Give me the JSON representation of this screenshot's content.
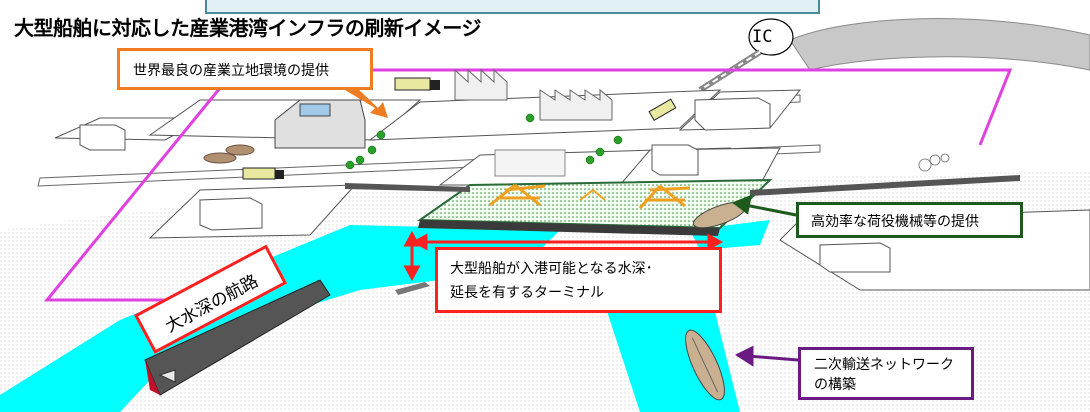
{
  "title": "大型船舶に対応した産業港湾インフラの刷新イメージ",
  "interchange_label": "IC",
  "callouts": {
    "location_env": "世界最良の産業立地環境の提供",
    "cargo_handling": "高効率な荷役機械等の提供",
    "terminal_line1": "大型船舶が入港可能となる水深･",
    "terminal_line2": "延長を有するターミナル",
    "deep_route": "大水深の航路",
    "secondary_line1": "二次輸送ネットワーク",
    "secondary_line2": "の構築"
  },
  "colors": {
    "water": "#00ffff",
    "callout_orange": "#f07c22",
    "callout_green": "#1e5a1e",
    "callout_red": "#ff2020",
    "callout_purple": "#6b1a84",
    "zone_line": "#e040e0",
    "crane": "#f0a020",
    "terminal": "#2a6a3a"
  }
}
